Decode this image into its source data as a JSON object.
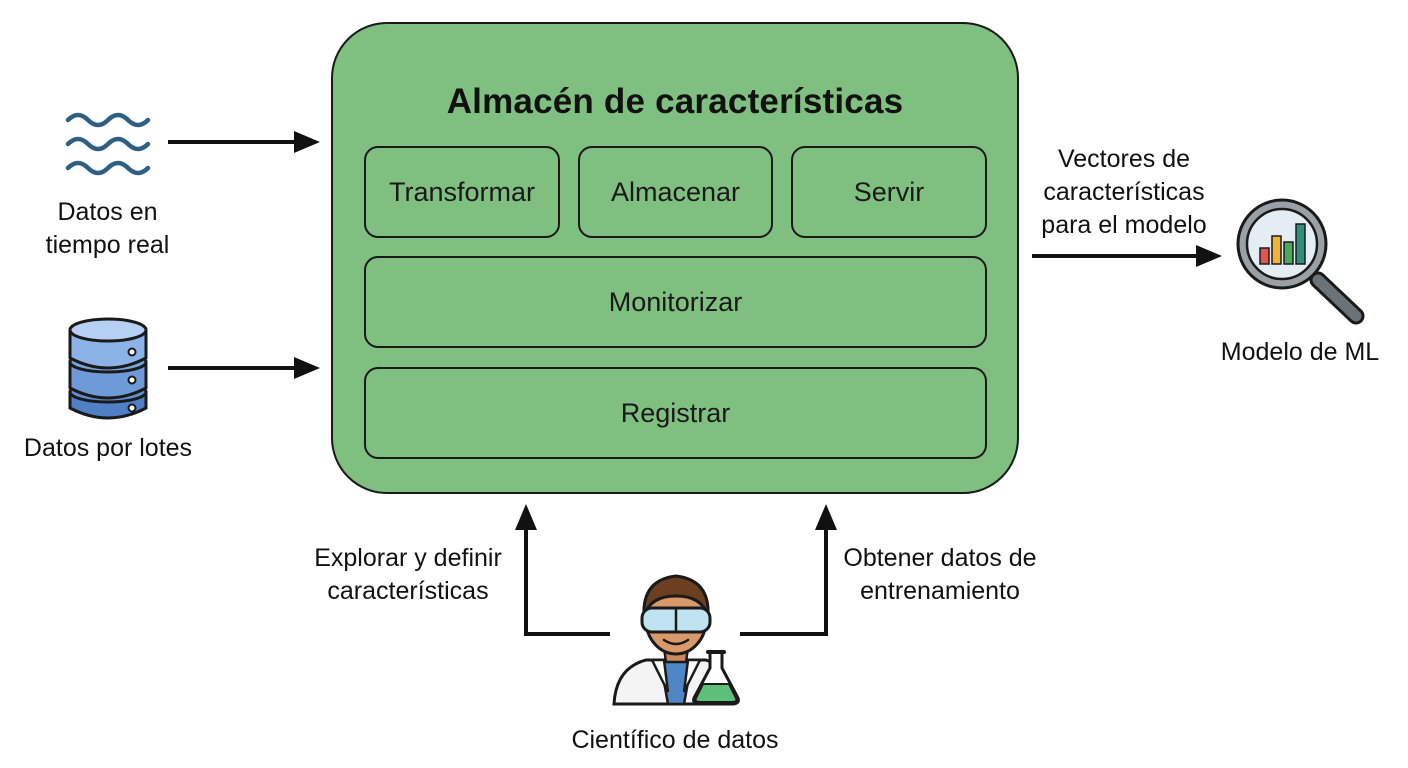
{
  "store": {
    "title": "Almacén de características",
    "modules": {
      "transform": "Transformar",
      "store": "Almacenar",
      "serve": "Servir",
      "monitor": "Monitorizar",
      "register": "Registrar"
    }
  },
  "sources": {
    "realtime": {
      "line1": "Datos en",
      "line2": "tiempo real",
      "icon": "waves-icon"
    },
    "batch": {
      "label": "Datos por lotes",
      "icon": "database-icon"
    }
  },
  "output": {
    "edge_label": {
      "line1": "Vectores de",
      "line2": "características",
      "line3": "para el modelo"
    },
    "model": {
      "label": "Modelo de ML",
      "icon": "magnifier-chart-icon"
    }
  },
  "scientist": {
    "label": "Científico de datos",
    "icon": "scientist-icon",
    "explore": {
      "line1": "Explorar y definir",
      "line2": "características"
    },
    "training": {
      "line1": "Obtener datos de",
      "line2": "entrenamiento"
    }
  },
  "colors": {
    "store_fill": "#7fbf7f",
    "outline": "#1a1a1a",
    "arrow": "#111111",
    "waves": "#2f5f82",
    "database": "#5a86c8"
  }
}
